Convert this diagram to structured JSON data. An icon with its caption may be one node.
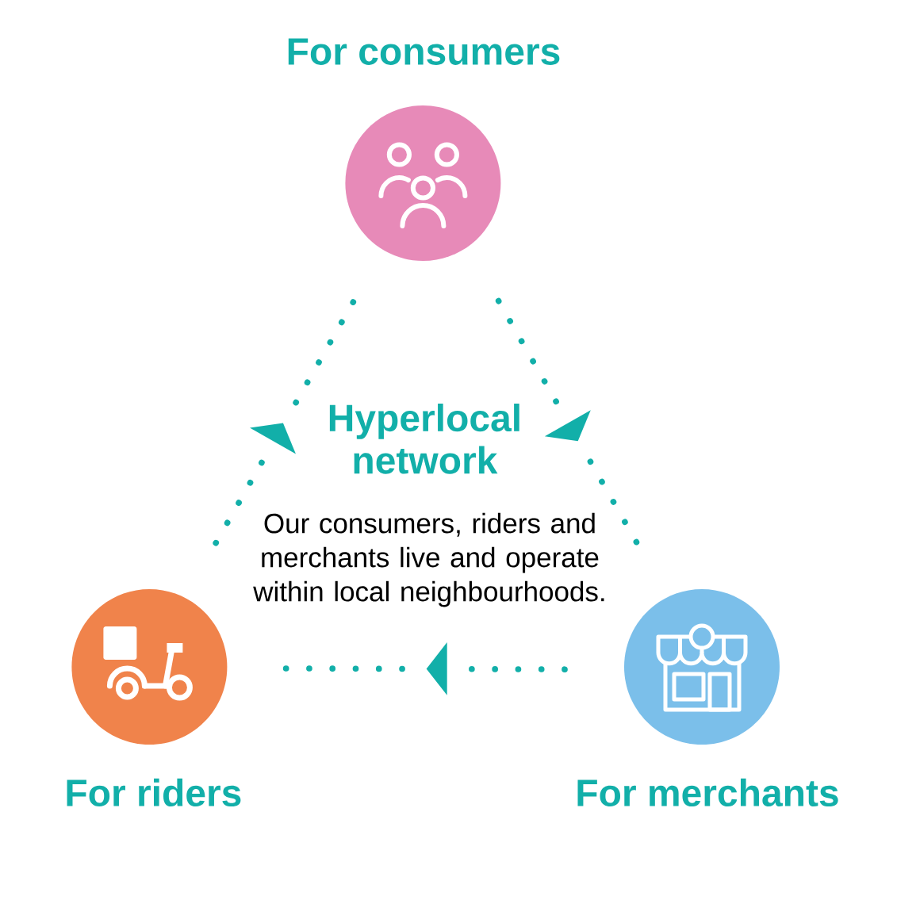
{
  "diagram": {
    "nodes": [
      {
        "text": [
          "For consumers"
        ]
      },
      {
        "text": [
          "For riders"
        ]
      },
      {
        "text": [
          "For merchants"
        ]
      }
    ],
    "edges": [
      {
        "from": 1,
        "to": 0,
        "arrow": "to"
      },
      {
        "from": 0,
        "to": 2,
        "arrow": "to"
      },
      {
        "from": 2,
        "to": 1,
        "arrow": "to"
      }
    ],
    "labels": [
      "Hyperlocal network",
      "Our consumers, riders and merchants live and operate within local neighbourhoods."
    ]
  }
}
